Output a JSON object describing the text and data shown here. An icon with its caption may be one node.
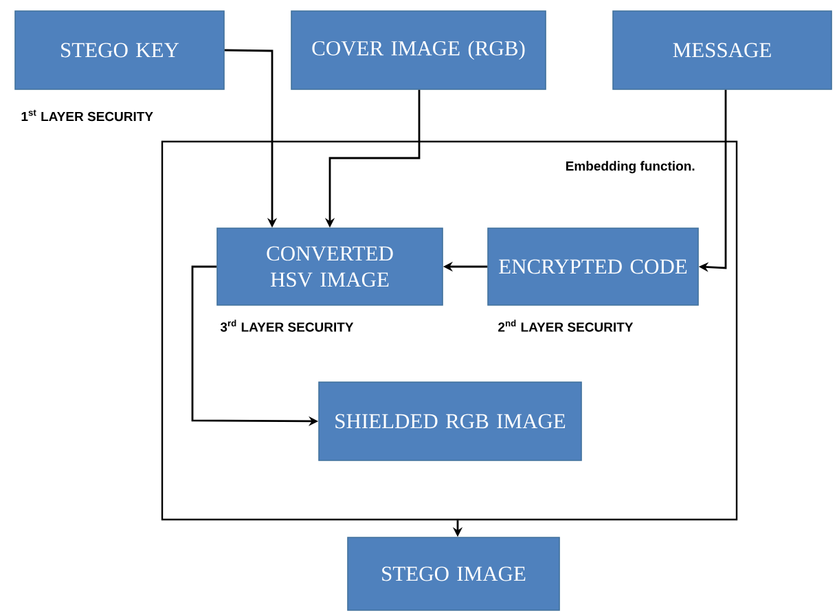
{
  "diagram": {
    "nodes": [
      {
        "text": [
          "STEGO KEY"
        ],
        "beside": [
          "1$^{st}$  LAYER SECURITY"
        ]
      },
      {
        "text": [
          "COVER IMAGE (RGB)"
        ]
      },
      {
        "text": [
          "MESSAGE"
        ]
      },
      {
        "text": [
          "Embedding function."
        ]
      },
      {
        "text": [
          "CONVERTED HSV IMAGE"
        ],
        "in": 3,
        "beside": [
          "3$^{rd}$  LAYER SECURITY"
        ]
      },
      {
        "text": [
          "ENCRYPTED CODE"
        ],
        "in": 3,
        "beside": [
          "2$^{nd}$  LAYER SECURITY"
        ]
      },
      {
        "text": [
          "SHIELDED RGB IMAGE"
        ],
        "in": 3
      },
      {
        "text": [
          "STEGO IMAGE"
        ]
      }
    ],
    "edges": [
      {
        "from": 0,
        "to": 4,
        "arrow": "to"
      },
      {
        "from": 1,
        "to": 4,
        "arrow": "to"
      },
      {
        "from": 2,
        "to": 5,
        "arrow": "to"
      },
      {
        "from": 5,
        "to": 4,
        "arrow": "to"
      },
      {
        "from": 4,
        "to": 6,
        "arrow": "to"
      },
      {
        "from": 3,
        "to": 7,
        "arrow": "to"
      }
    ]
  }
}
